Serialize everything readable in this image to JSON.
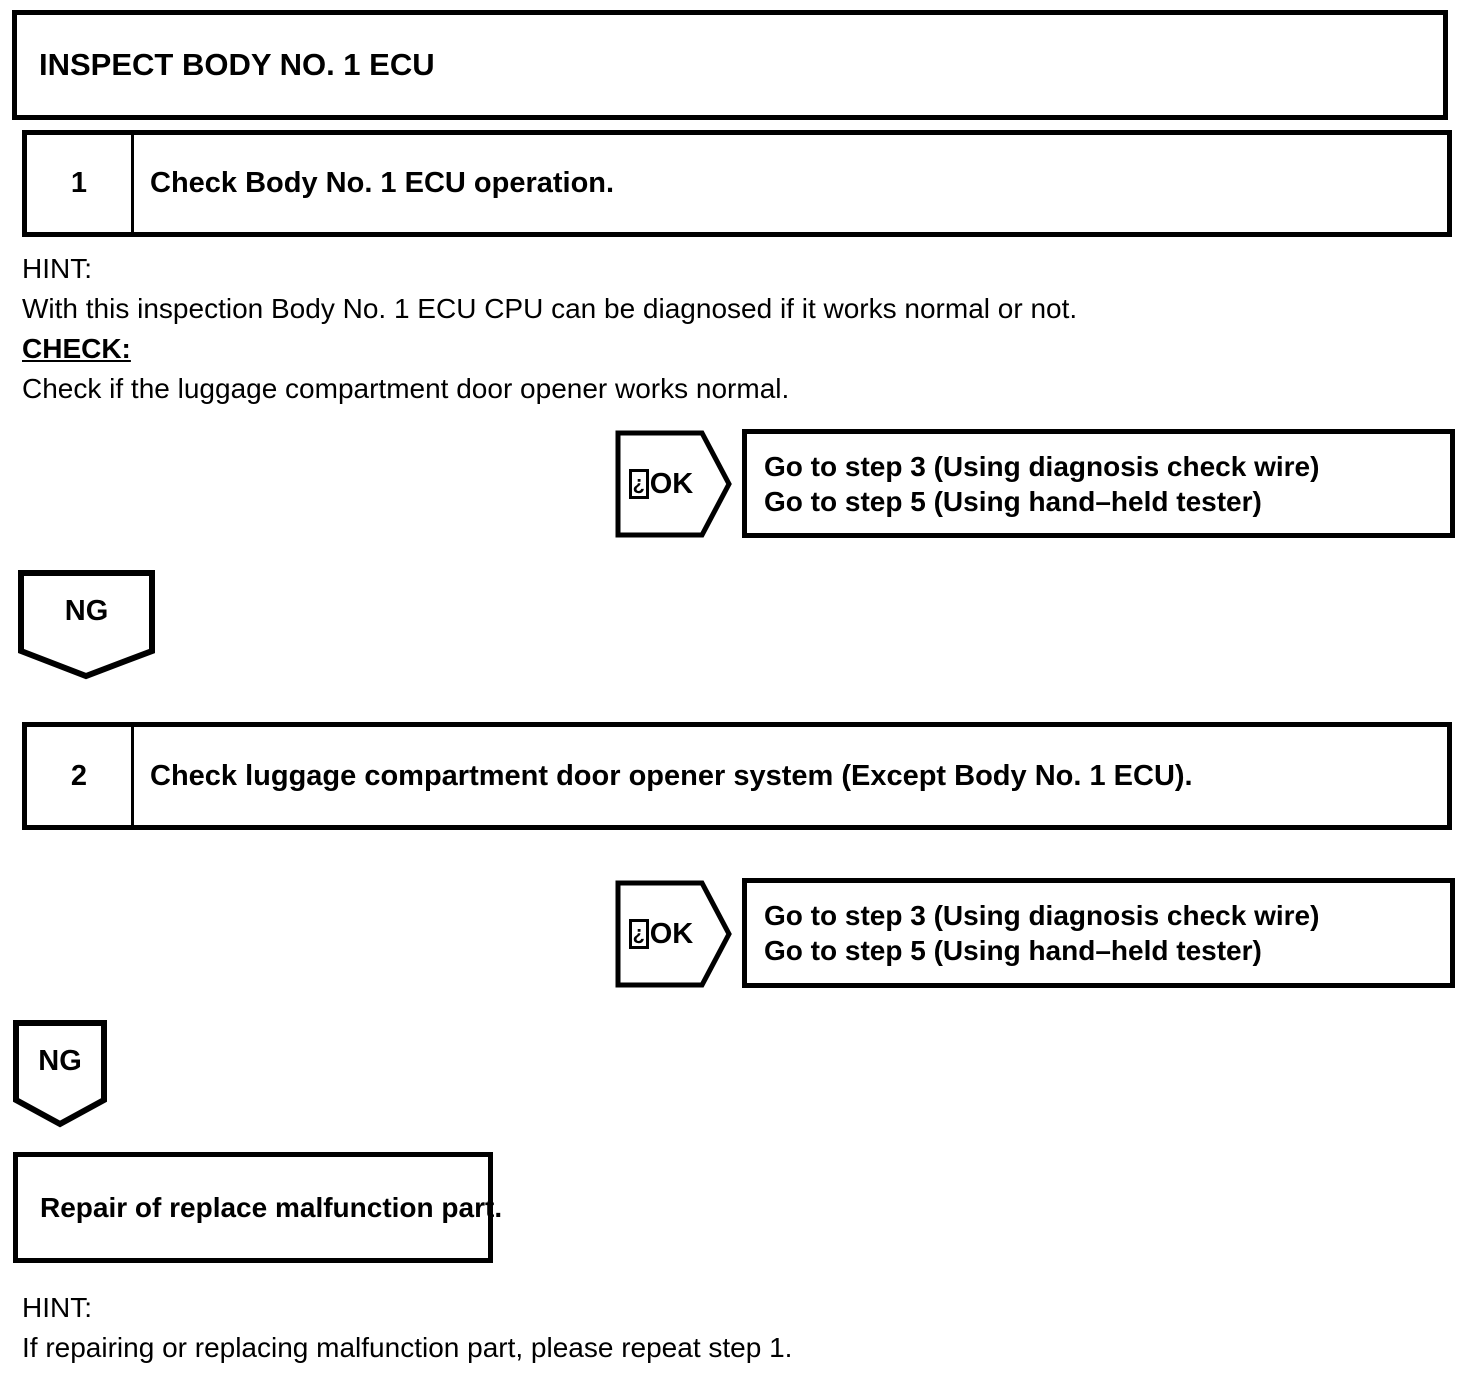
{
  "title_box": {
    "title": "INSPECT BODY NO. 1 ECU"
  },
  "step1": {
    "number": "1",
    "title": "Check Body No. 1 ECU operation."
  },
  "hint1": {
    "label": "HINT:",
    "text": "With this inspection Body No. 1 ECU CPU can be diagnosed if it works normal or not."
  },
  "check": {
    "label": "CHECK:",
    "text": "Check if the luggage compartment door opener works normal."
  },
  "ok": {
    "glyph": "¿",
    "label": "OK"
  },
  "ng": {
    "label": "NG"
  },
  "results": {
    "line1": "Go to step 3 (Using diagnosis check wire)",
    "line2": "Go to step 5 (Using hand–held tester)"
  },
  "step2": {
    "number": "2",
    "title": "Check luggage compartment door opener system (Except Body No. 1 ECU)."
  },
  "repair": {
    "text": "Repair of replace malfunction part."
  },
  "hint2": {
    "label": "HINT:",
    "text": "If repairing or replacing malfunction part, please repeat step 1."
  },
  "colors": {
    "ink": "#000000",
    "paper": "#ffffff"
  }
}
